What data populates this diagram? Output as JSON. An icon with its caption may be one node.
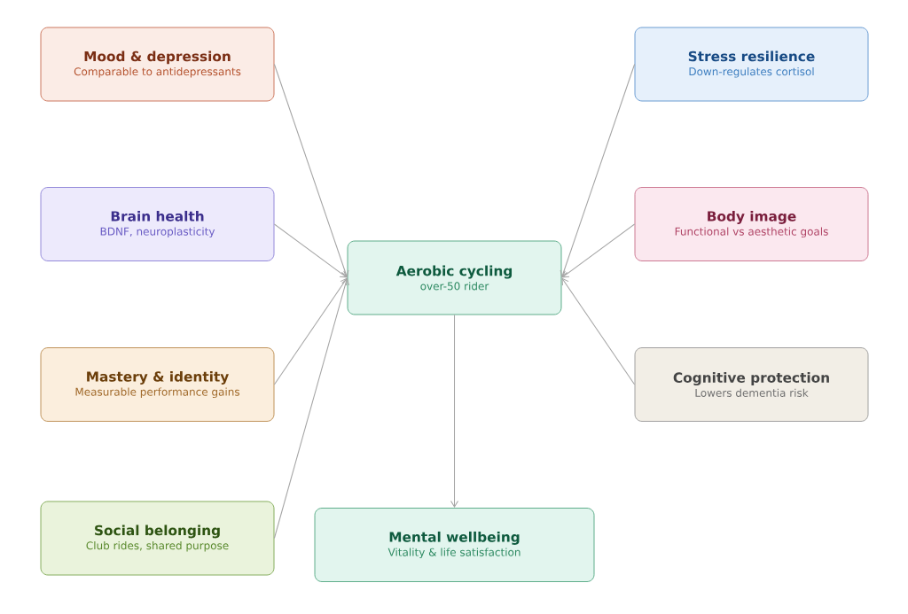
{
  "diagram": {
    "nodes": [
      {
        "text": [
          "Mood & depression",
          "Comparable to antidepressants"
        ]
      },
      {
        "text": [
          "Brain health",
          "BDNF, neuroplasticity"
        ]
      },
      {
        "text": [
          "Mastery & identity",
          "Measurable performance gains"
        ]
      },
      {
        "text": [
          "Social belonging",
          "Club rides, shared purpose"
        ]
      },
      {
        "text": [
          "Stress resilience",
          "Down-regulates cortisol"
        ]
      },
      {
        "text": [
          "Body image",
          "Functional vs aesthetic goals"
        ]
      },
      {
        "text": [
          "Cognitive protection",
          "Lowers dementia risk"
        ]
      },
      {
        "text": [
          "Aerobic cycling",
          "over-50 rider"
        ]
      },
      {
        "text": [
          "Mental wellbeing",
          "Vitality & life satisfaction"
        ]
      }
    ],
    "edges": [
      {
        "from": 0,
        "to": 7,
        "arrow": "to"
      },
      {
        "from": 1,
        "to": 7,
        "arrow": "to"
      },
      {
        "from": 2,
        "to": 7,
        "arrow": "to"
      },
      {
        "from": 3,
        "to": 7,
        "arrow": "to"
      },
      {
        "from": 4,
        "to": 7,
        "arrow": "to"
      },
      {
        "from": 5,
        "to": 7,
        "arrow": "to"
      },
      {
        "from": 6,
        "to": 7,
        "arrow": "to"
      },
      {
        "from": 7,
        "to": 8,
        "arrow": "to"
      }
    ]
  }
}
